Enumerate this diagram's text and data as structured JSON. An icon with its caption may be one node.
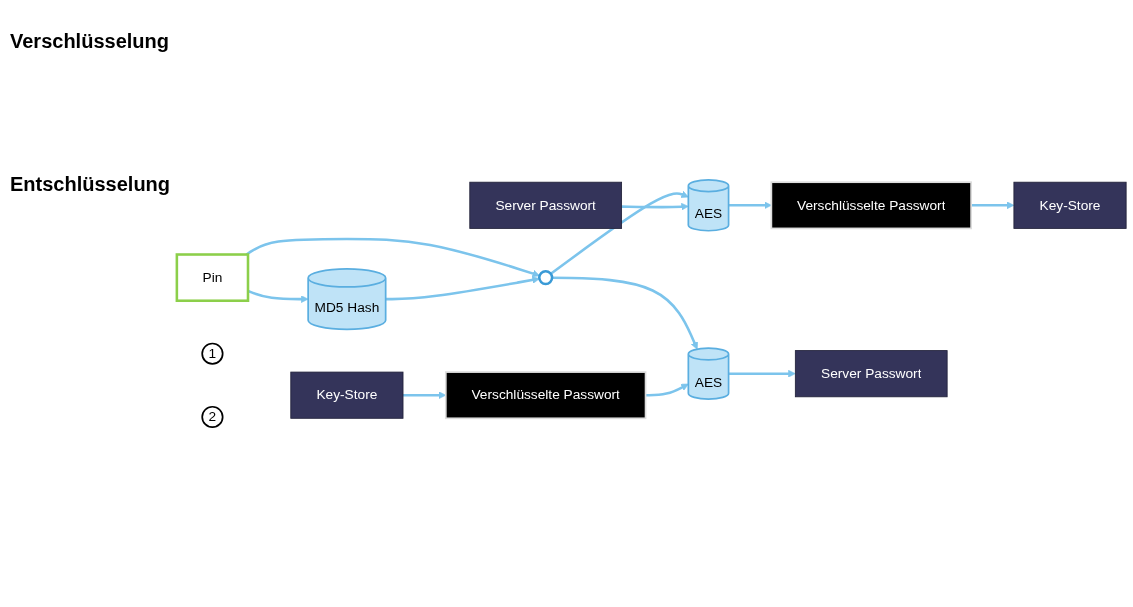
{
  "diagram": {
    "nodes": [
      {
        "text": [
          "Pin"
        ]
      },
      {
        "text": [
          "MD5 Hash"
        ]
      },
      {
        "text": [],
        "shape": "circle"
      },
      {
        "text": [
          "1"
        ]
      },
      {
        "text": [
          "2"
        ]
      },
      {
        "text": [
          "Server Passwort"
        ]
      },
      {
        "text": [
          "AES"
        ]
      },
      {
        "text": [
          "Verschlüsselte Passwort"
        ]
      },
      {
        "text": [
          "Key-Store"
        ]
      },
      {
        "text": [
          "Key-Store"
        ]
      },
      {
        "text": [
          "Verschlüsselte Passwort"
        ]
      },
      {
        "text": [
          "AES"
        ]
      },
      {
        "text": [
          "Server Passwort"
        ]
      }
    ],
    "edges": [
      {
        "from": 0,
        "to": 1,
        "arrow": "to"
      },
      {
        "from": 0,
        "to": 2,
        "arrow": "to"
      },
      {
        "from": 1,
        "to": 2,
        "arrow": "to"
      },
      {
        "from": 2,
        "to": 6,
        "arrow": "to"
      },
      {
        "from": 2,
        "to": 11,
        "arrow": "to"
      },
      {
        "from": 5,
        "to": 6,
        "arrow": "to"
      },
      {
        "from": 6,
        "to": 7,
        "arrow": "to"
      },
      {
        "from": 7,
        "to": 8,
        "arrow": "to"
      },
      {
        "from": 9,
        "to": 10,
        "arrow": "to"
      },
      {
        "from": 10,
        "to": 11,
        "arrow": "to"
      },
      {
        "from": 11,
        "to": 12,
        "arrow": "to"
      }
    ],
    "labels": [
      "Verschlüsselung",
      "Entschlüsselung"
    ]
  }
}
